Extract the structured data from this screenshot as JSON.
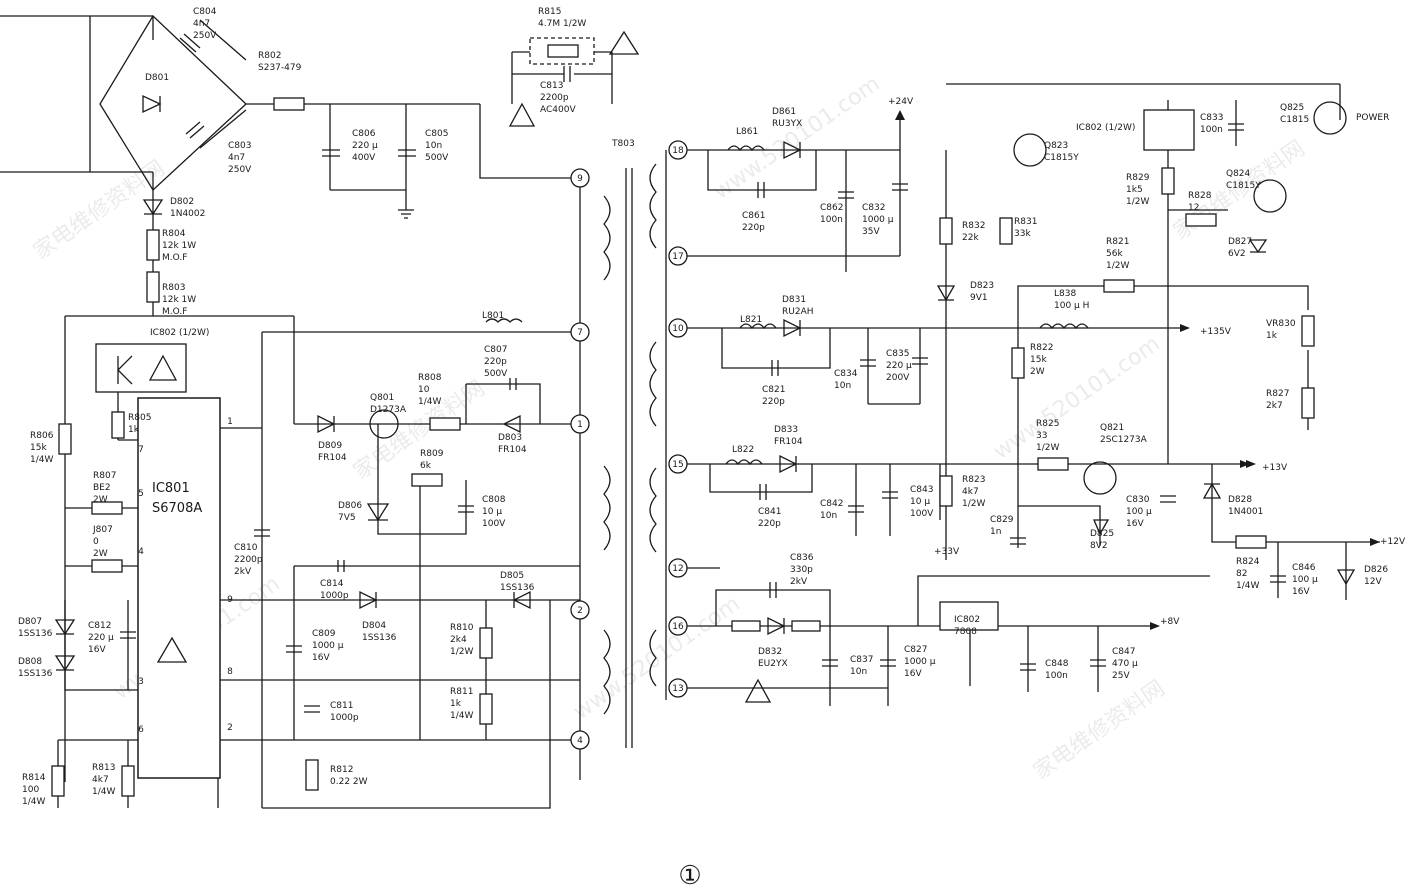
{
  "footer": {
    "page_mark": "①"
  },
  "watermarks": [
    "家电维修资料网",
    "www.520101.com"
  ],
  "labels": [
    [
      "C804",
      193,
      14
    ],
    [
      "4n7",
      193,
      26
    ],
    [
      "250V",
      193,
      38
    ],
    [
      "R802",
      258,
      58
    ],
    [
      "S237-479",
      258,
      70
    ],
    [
      "D801",
      145,
      80
    ],
    [
      "C803",
      228,
      148
    ],
    [
      "4n7",
      228,
      160
    ],
    [
      "250V",
      228,
      172
    ],
    [
      "C806",
      352,
      136
    ],
    [
      "220 μ",
      352,
      148
    ],
    [
      "400V",
      352,
      160
    ],
    [
      "C805",
      425,
      136
    ],
    [
      "10n",
      425,
      148
    ],
    [
      "500V",
      425,
      160
    ],
    [
      "D802",
      170,
      204
    ],
    [
      "1N4002",
      170,
      216
    ],
    [
      "R804",
      162,
      236
    ],
    [
      "12k 1W",
      162,
      248
    ],
    [
      "M.O.F",
      162,
      260
    ],
    [
      "R803",
      162,
      290
    ],
    [
      "12k 1W",
      162,
      302
    ],
    [
      "M.O.F",
      162,
      314
    ],
    [
      "IC802 (1/2W)",
      150,
      335
    ],
    [
      "R806",
      30,
      438
    ],
    [
      "15k",
      30,
      450
    ],
    [
      "1/4W",
      30,
      462
    ],
    [
      "R805",
      128,
      420
    ],
    [
      "1k",
      128,
      432
    ],
    [
      "R807",
      93,
      478
    ],
    [
      "BE2",
      93,
      490
    ],
    [
      "2W",
      93,
      502
    ],
    [
      "J807",
      93,
      532
    ],
    [
      "0",
      93,
      544
    ],
    [
      "2W",
      93,
      556
    ],
    [
      "D807",
      18,
      624
    ],
    [
      "1SS136",
      18,
      636
    ],
    [
      "D808",
      18,
      664
    ],
    [
      "1SS136",
      18,
      676
    ],
    [
      "C812",
      88,
      628
    ],
    [
      "220 μ",
      88,
      640
    ],
    [
      "16V",
      88,
      652
    ],
    [
      "R814",
      22,
      780
    ],
    [
      "100",
      22,
      792
    ],
    [
      "1/4W",
      22,
      804
    ],
    [
      "R813",
      92,
      770
    ],
    [
      "4k7",
      92,
      782
    ],
    [
      "1/4W",
      92,
      794
    ],
    [
      "C810",
      234,
      550
    ],
    [
      "2200p",
      234,
      562
    ],
    [
      "2kV",
      234,
      574
    ],
    [
      "Q801",
      370,
      400
    ],
    [
      "D1273A",
      370,
      412
    ],
    [
      "D809",
      318,
      448
    ],
    [
      "FR104",
      318,
      460
    ],
    [
      "D806",
      338,
      508
    ],
    [
      "7V5",
      338,
      520
    ],
    [
      "R808",
      418,
      380
    ],
    [
      "10",
      418,
      392
    ],
    [
      "1/4W",
      418,
      404
    ],
    [
      "C807",
      484,
      352
    ],
    [
      "220p",
      484,
      364
    ],
    [
      "500V",
      484,
      376
    ],
    [
      "R809",
      420,
      456
    ],
    [
      "6k",
      420,
      468
    ],
    [
      "D803",
      498,
      440
    ],
    [
      "FR104",
      498,
      452
    ],
    [
      "C808",
      482,
      502
    ],
    [
      "10 μ",
      482,
      514
    ],
    [
      "100V",
      482,
      526
    ],
    [
      "C814",
      320,
      586
    ],
    [
      "1000p",
      320,
      598
    ],
    [
      "D805",
      500,
      578
    ],
    [
      "1SS136",
      500,
      590
    ],
    [
      "D804",
      362,
      628
    ],
    [
      "1SS136",
      362,
      640
    ],
    [
      "C809",
      312,
      636
    ],
    [
      "1000 μ",
      312,
      648
    ],
    [
      "16V",
      312,
      660
    ],
    [
      "R810",
      450,
      630
    ],
    [
      "2k4",
      450,
      642
    ],
    [
      "1/2W",
      450,
      654
    ],
    [
      "R811",
      450,
      694
    ],
    [
      "1k",
      450,
      706
    ],
    [
      "1/4W",
      450,
      718
    ],
    [
      "C811",
      330,
      708
    ],
    [
      "1000p",
      330,
      720
    ],
    [
      "R812",
      330,
      772
    ],
    [
      "0.22 2W",
      330,
      784
    ],
    [
      "R815",
      538,
      14
    ],
    [
      "4.7M 1/2W",
      538,
      26
    ],
    [
      "C813",
      540,
      88
    ],
    [
      "2200p",
      540,
      100
    ],
    [
      "AC400V",
      540,
      112
    ],
    [
      "T803",
      612,
      146
    ],
    [
      "L861",
      736,
      134
    ],
    [
      "D861",
      772,
      114
    ],
    [
      "RU3YX",
      772,
      126
    ],
    [
      "C861",
      742,
      218
    ],
    [
      "220p",
      742,
      230
    ],
    [
      "C862",
      820,
      210
    ],
    [
      "100n",
      820,
      222
    ],
    [
      "C832",
      862,
      210
    ],
    [
      "1000 μ",
      862,
      222
    ],
    [
      "35V",
      862,
      234
    ],
    [
      "+24V",
      888,
      104
    ],
    [
      "L821",
      740,
      322
    ],
    [
      "D831",
      782,
      302
    ],
    [
      "RU2AH",
      782,
      314
    ],
    [
      "C821",
      762,
      392
    ],
    [
      "220p",
      762,
      404
    ],
    [
      "C834",
      834,
      376
    ],
    [
      "10n",
      834,
      388
    ],
    [
      "C835",
      886,
      356
    ],
    [
      "220 μ",
      886,
      368
    ],
    [
      "200V",
      886,
      380
    ],
    [
      "L822",
      732,
      452
    ],
    [
      "D833",
      774,
      432
    ],
    [
      "FR104",
      774,
      444
    ],
    [
      "C841",
      758,
      514
    ],
    [
      "220p",
      758,
      526
    ],
    [
      "C842",
      820,
      506
    ],
    [
      "10n",
      820,
      518
    ],
    [
      "C843",
      910,
      492
    ],
    [
      "10 μ",
      910,
      504
    ],
    [
      "100V",
      910,
      516
    ],
    [
      "C836",
      790,
      560
    ],
    [
      "330p",
      790,
      572
    ],
    [
      "2kV",
      790,
      584
    ],
    [
      "D832",
      758,
      654
    ],
    [
      "EU2YX",
      758,
      666
    ],
    [
      "C837",
      850,
      662
    ],
    [
      "10n",
      850,
      674
    ],
    [
      "C827",
      904,
      652
    ],
    [
      "1000 μ",
      904,
      664
    ],
    [
      "16V",
      904,
      676
    ],
    [
      "IC802",
      954,
      622
    ],
    [
      "7808",
      954,
      634
    ],
    [
      "C848",
      1045,
      666
    ],
    [
      "100n",
      1045,
      678
    ],
    [
      "C847",
      1112,
      654
    ],
    [
      "470 μ",
      1112,
      666
    ],
    [
      "25V",
      1112,
      678
    ],
    [
      "+8V",
      1160,
      624
    ],
    [
      "C833",
      1200,
      120
    ],
    [
      "100n",
      1200,
      132
    ],
    [
      "IC802 (1/2W)",
      1076,
      130
    ],
    [
      "Q825",
      1280,
      110
    ],
    [
      "C1815",
      1280,
      122
    ],
    [
      "POWER",
      1356,
      120
    ],
    [
      "Q823",
      1044,
      148
    ],
    [
      "C1815Y",
      1044,
      160
    ],
    [
      "Q824",
      1226,
      176
    ],
    [
      "C1815Y",
      1226,
      188
    ],
    [
      "R829",
      1126,
      180
    ],
    [
      "1k5",
      1126,
      192
    ],
    [
      "1/2W",
      1126,
      204
    ],
    [
      "R828",
      1188,
      198
    ],
    [
      "12",
      1188,
      210
    ],
    [
      "D827",
      1228,
      244
    ],
    [
      "6V2",
      1228,
      256
    ],
    [
      "R832",
      962,
      228
    ],
    [
      "22k",
      962,
      240
    ],
    [
      "R831",
      1014,
      224
    ],
    [
      "33k",
      1014,
      236
    ],
    [
      "D823",
      970,
      288
    ],
    [
      "9V1",
      970,
      300
    ],
    [
      "R821",
      1106,
      244
    ],
    [
      "56k",
      1106,
      256
    ],
    [
      "1/2W",
      1106,
      268
    ],
    [
      "L838",
      1054,
      296
    ],
    [
      "100 μ H",
      1054,
      308
    ],
    [
      "+135V",
      1200,
      334
    ],
    [
      "VR830",
      1266,
      326
    ],
    [
      "1k",
      1266,
      338
    ],
    [
      "R822",
      1030,
      350
    ],
    [
      "15k",
      1030,
      362
    ],
    [
      "2W",
      1030,
      374
    ],
    [
      "R827",
      1266,
      396
    ],
    [
      "2k7",
      1266,
      408
    ],
    [
      "R825",
      1036,
      426
    ],
    [
      "33",
      1036,
      438
    ],
    [
      "1/2W",
      1036,
      450
    ],
    [
      "Q821",
      1100,
      430
    ],
    [
      "2SC1273A",
      1100,
      442
    ],
    [
      "+13V",
      1262,
      470
    ],
    [
      "R823",
      962,
      482
    ],
    [
      "4k7",
      962,
      494
    ],
    [
      "1/2W",
      962,
      506
    ],
    [
      "C829",
      990,
      522
    ],
    [
      "1n",
      990,
      534
    ],
    [
      "D825",
      1090,
      536
    ],
    [
      "8V2",
      1090,
      548
    ],
    [
      "C830",
      1126,
      502
    ],
    [
      "100 μ",
      1126,
      514
    ],
    [
      "16V",
      1126,
      526
    ],
    [
      "D828",
      1228,
      502
    ],
    [
      "1N4001",
      1228,
      514
    ],
    [
      "+33V",
      934,
      554
    ],
    [
      "+12V",
      1380,
      544
    ],
    [
      "R824",
      1236,
      564
    ],
    [
      "82",
      1236,
      576
    ],
    [
      "1/4W",
      1236,
      588
    ],
    [
      "C846",
      1292,
      570
    ],
    [
      "100 μ",
      1292,
      582
    ],
    [
      "16V",
      1292,
      594
    ],
    [
      "D826",
      1364,
      572
    ],
    [
      "12V",
      1364,
      584
    ],
    [
      "L801",
      482,
      318
    ]
  ],
  "ic": {
    "name": "IC801",
    "part": "S6708A",
    "pins": [
      "7",
      "5",
      "4",
      "3",
      "6",
      "1",
      "9",
      "8",
      "2"
    ]
  },
  "t803_pins": [
    "9",
    "7",
    "1",
    "2",
    "4",
    "18",
    "17",
    "10",
    "15",
    "12",
    "16",
    "13"
  ]
}
